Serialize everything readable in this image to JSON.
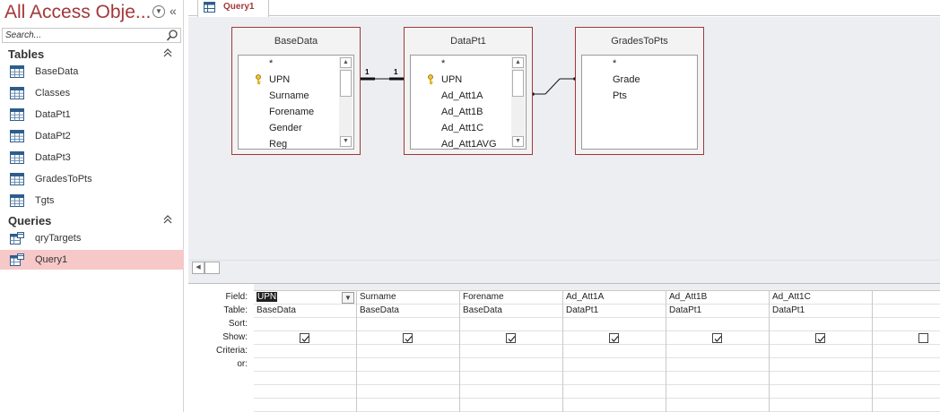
{
  "nav": {
    "title": "All Access Obje...",
    "search_placeholder": "Search...",
    "groups": [
      {
        "label": "Tables",
        "items": [
          "BaseData",
          "Classes",
          "DataPt1",
          "DataPt2",
          "DataPt3",
          "GradesToPts",
          "Tgts"
        ]
      },
      {
        "label": "Queries",
        "items": [
          "qryTargets",
          "Query1"
        ]
      }
    ],
    "selected_item": "Query1",
    "icons": {
      "table": "table-icon",
      "query": "query-icon",
      "dropdown": "chevron-down-circle-icon",
      "collapse": "double-chevron-left-icon",
      "search": "search-icon",
      "group_collapse": "double-chevron-up-icon"
    }
  },
  "tab": {
    "label": "Query1"
  },
  "tables": [
    {
      "name": "BaseData",
      "fields": [
        "*",
        "UPN",
        "Surname",
        "Forename",
        "Gender",
        "Reg"
      ],
      "key_field": "UPN"
    },
    {
      "name": "DataPt1",
      "fields": [
        "*",
        "UPN",
        "Ad_Att1A",
        "Ad_Att1B",
        "Ad_Att1C",
        "Ad_Att1AVG"
      ],
      "key_field": "UPN"
    },
    {
      "name": "GradesToPts",
      "fields": [
        "*",
        "Grade",
        "Pts"
      ]
    }
  ],
  "relationships": [
    {
      "from": "BaseData",
      "to": "DataPt1",
      "from_label": "1",
      "to_label": "1"
    }
  ],
  "grid": {
    "row_labels": [
      "Field:",
      "Table:",
      "Sort:",
      "Show:",
      "Criteria:",
      "or:"
    ],
    "columns": [
      {
        "field": "UPN",
        "table": "BaseData",
        "sort": "",
        "show": true
      },
      {
        "field": "Surname",
        "table": "BaseData",
        "sort": "",
        "show": true
      },
      {
        "field": "Forename",
        "table": "BaseData",
        "sort": "",
        "show": true
      },
      {
        "field": "Ad_Att1A",
        "table": "DataPt1",
        "sort": "",
        "show": true
      },
      {
        "field": "Ad_Att1B",
        "table": "DataPt1",
        "sort": "",
        "show": true
      },
      {
        "field": "Ad_Att1C",
        "table": "DataPt1",
        "sort": "",
        "show": true
      },
      {
        "field": "",
        "table": "",
        "sort": "",
        "show": false
      }
    ]
  },
  "colors": {
    "accent": "#a4373a",
    "selection": "#f7c8c8",
    "canvas": "#eceef1"
  }
}
